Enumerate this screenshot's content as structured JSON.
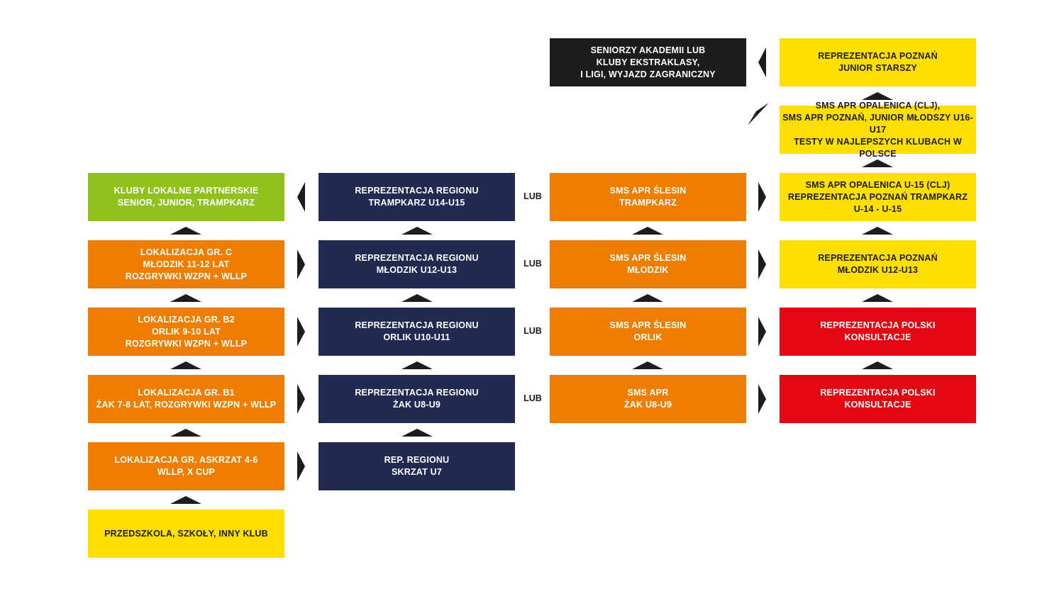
{
  "colors": {
    "green": "#8fc11f",
    "orange": "#ee7d00",
    "navy": "#222a52",
    "yellow": "#ffdf00",
    "red": "#e30613",
    "black": "#1d1d1b"
  },
  "column1": {
    "kluby_lokalne": "KLUBY LOKALNE PARTNERSKIE\nSENIOR, JUNIOR, TRAMPKARZ",
    "lokalizacja_c": "LOKALIZACJA GR. C\nMŁODZIK 11-12 LAT\nROZGRYWKI WZPN + WLLP",
    "lokalizacja_b2": "LOKALIZACJA GR. B2\nORLIK 9-10 LAT\nROZGRYWKI WZPN + WLLP",
    "lokalizacja_b1": "LOKALIZACJA GR. B1\nŻAK 7-8 LAT, ROZGRYWKI WZPN + WLLP",
    "lokalizacja_a": "LOKALIZACJA GR. ASKRZAT 4-6\nWLLP, X CUP",
    "przedszkola": "PRZEDSZKOLA, SZKOŁY, INNY KLUB"
  },
  "column2": {
    "rep_trampkarz": "REPREZENTACJA REGIONU\nTRAMPKARZ U14-U15",
    "rep_mlodzik": "REPREZENTACJA REGIONU\nMŁODZIK U12-U13",
    "rep_orlik": "REPREZENTACJA REGIONU\nORLIK U10-U11",
    "rep_zak": "REPREZENTACJA REGIONU\nŻAK U8-U9",
    "rep_skrzat": "REP. REGIONU\nSKRZAT U7"
  },
  "lub_label": "LUB",
  "column3": {
    "seniorzy": "SENIORZY AKADEMII LUB\nKLUBY EKSTRAKLASY,\nI LIGI, WYJAZD ZAGRANICZNY",
    "sms_trampkarz": "SMS APR ŚLESIN\nTRAMPKARZ",
    "sms_mlodzik": "SMS APR ŚLESIN\nMŁODZIK",
    "sms_orlik": "SMS APR ŚLESIN\nORLIK",
    "sms_zak": "SMS APR\nŻAK U8-U9"
  },
  "column4": {
    "poznan_junior_starszy": "REPREZENTACJA POZNAŃ\nJUNIOR STARSZY",
    "sms_opalenica_clj": "SMS APR OPALENICA (CLJ),\nSMS APR POZNAŃ, JUNIOR MŁODSZY U16-U17\nTESTY W NAJLEPSZYCH KLUBACH W POLSCE",
    "sms_opalenica_u15": "SMS APR OPALENICA U-15 (CLJ)\nREPREZENTACJA POZNAŃ TRAMPKARZ\nU-14 - U-15",
    "poznan_mlodzik": "REPREZENTACJA POZNAŃ\nMŁODZIK U12-U13",
    "polski_1": "REPREZENTACJA POLSKI\nKONSULTACJE",
    "polski_2": "REPREZENTACJA POLSKI\nKONSULTACJE"
  },
  "icons": [
    "arrow-up-icon",
    "arrow-right-icon",
    "arrow-left-icon",
    "arrow-diagonal-icon"
  ]
}
